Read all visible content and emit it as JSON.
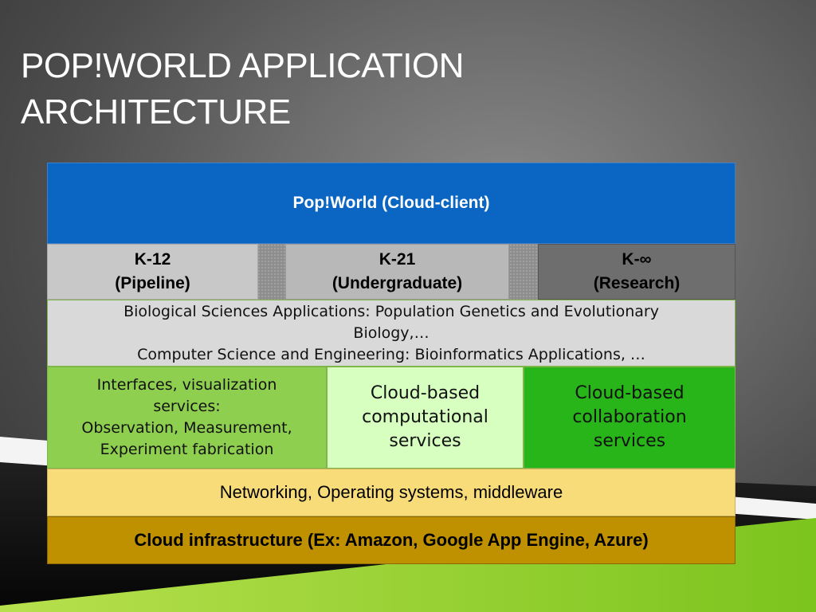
{
  "slide": {
    "title_line1": "POP!WORLD APPLICATION",
    "title_line2": "ARCHITECTURE"
  },
  "diagram": {
    "client": "Pop!World (Cloud-client)",
    "levels": [
      {
        "line1": "K-12",
        "line2": "(Pipeline)"
      },
      {
        "line1": "K-21",
        "line2": "(Undergraduate)"
      },
      {
        "line1": "K-∞",
        "line2": "(Research)"
      }
    ],
    "applications": {
      "line1": "Biological Sciences Applications: Population Genetics and Evolutionary",
      "line2": "Biology,…",
      "line3": "Computer Science and Engineering: Bioinformatics Applications, …"
    },
    "services": [
      {
        "line1": "Interfaces, visualization",
        "line2": "services:",
        "line3": "Observation, Measurement,",
        "line4": "Experiment fabrication"
      },
      {
        "line1": "Cloud-based",
        "line2": "computational",
        "line3": "services"
      },
      {
        "line1": "Cloud-based",
        "line2": "collaboration",
        "line3": "services"
      }
    ],
    "networking": "Networking, Operating systems, middleware",
    "infrastructure": "Cloud infrastructure (Ex: Amazon, Google App Engine, Azure)"
  },
  "colors": {
    "client": "#0a66c2",
    "services_left": "#8fcf4f",
    "services_mid": "#d6ffc0",
    "services_right": "#27b51a",
    "networking": "#f8dc7a",
    "infrastructure": "#bf9000",
    "accent_green": "#7dc82a"
  }
}
